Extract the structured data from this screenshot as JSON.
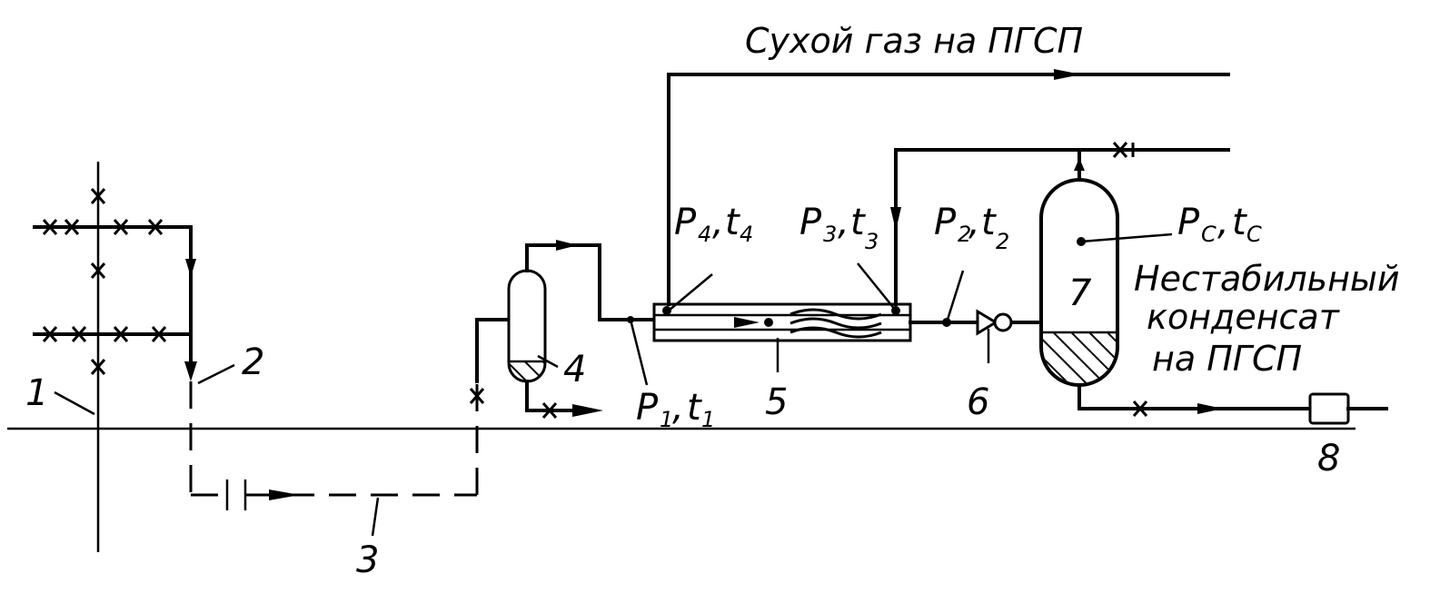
{
  "labels": {
    "dry_gas": "Сухой газ на ПГСП",
    "condensate_line1": "Нестабильный",
    "condensate_line2": "конденсат",
    "condensate_line3": "на ПГСП"
  },
  "items": {
    "n1": "1",
    "n2": "2",
    "n3": "3",
    "n4": "4",
    "n5": "5",
    "n6": "6",
    "n7": "7",
    "n8": "8"
  },
  "params": {
    "p1": "P",
    "p1_sub": "1",
    "t1": "t",
    "t1_sub": "1",
    "p2": "P",
    "p2_sub": "2",
    "t2": "t",
    "t2_sub": "2",
    "p3": "P",
    "p3_sub": "3",
    "t3": "t",
    "t3_sub": "3",
    "p4": "P",
    "p4_sub": "4",
    "t4": "t",
    "t4_sub": "4",
    "pc": "P",
    "pc_sub": "C",
    "tc": "t",
    "tc_sub": "C",
    "sep": ","
  }
}
